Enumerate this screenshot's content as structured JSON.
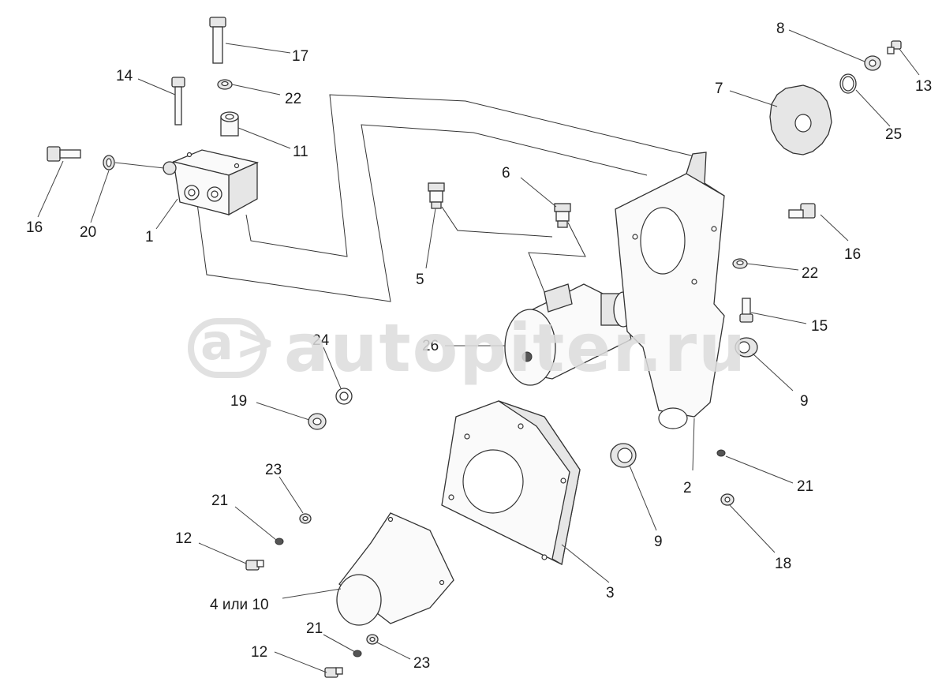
{
  "watermark": {
    "text": "autopiter.ru"
  },
  "callouts": [
    {
      "id": "c17",
      "text": "17"
    },
    {
      "id": "c22a",
      "text": "22"
    },
    {
      "id": "c14",
      "text": "14"
    },
    {
      "id": "c11",
      "text": "11"
    },
    {
      "id": "c16a",
      "text": "16"
    },
    {
      "id": "c20",
      "text": "20"
    },
    {
      "id": "c1",
      "text": "1"
    },
    {
      "id": "c5",
      "text": "5"
    },
    {
      "id": "c6",
      "text": "6"
    },
    {
      "id": "c8",
      "text": "8"
    },
    {
      "id": "c13",
      "text": "13"
    },
    {
      "id": "c7",
      "text": "7"
    },
    {
      "id": "c25",
      "text": "25"
    },
    {
      "id": "c16b",
      "text": "16"
    },
    {
      "id": "c22b",
      "text": "22"
    },
    {
      "id": "c15",
      "text": "15"
    },
    {
      "id": "c24",
      "text": "24"
    },
    {
      "id": "c26",
      "text": "26"
    },
    {
      "id": "c19",
      "text": "19"
    },
    {
      "id": "c9a",
      "text": "9"
    },
    {
      "id": "c23a",
      "text": "23"
    },
    {
      "id": "c21a",
      "text": "21"
    },
    {
      "id": "c12a",
      "text": "12"
    },
    {
      "id": "c2",
      "text": "2"
    },
    {
      "id": "c21b",
      "text": "21"
    },
    {
      "id": "c9b",
      "text": "9"
    },
    {
      "id": "c18",
      "text": "18"
    },
    {
      "id": "c3",
      "text": "3"
    },
    {
      "id": "c4or10",
      "text": "4 или 10"
    },
    {
      "id": "c21c",
      "text": "21"
    },
    {
      "id": "c12b",
      "text": "12"
    },
    {
      "id": "c23b",
      "text": "23"
    }
  ]
}
